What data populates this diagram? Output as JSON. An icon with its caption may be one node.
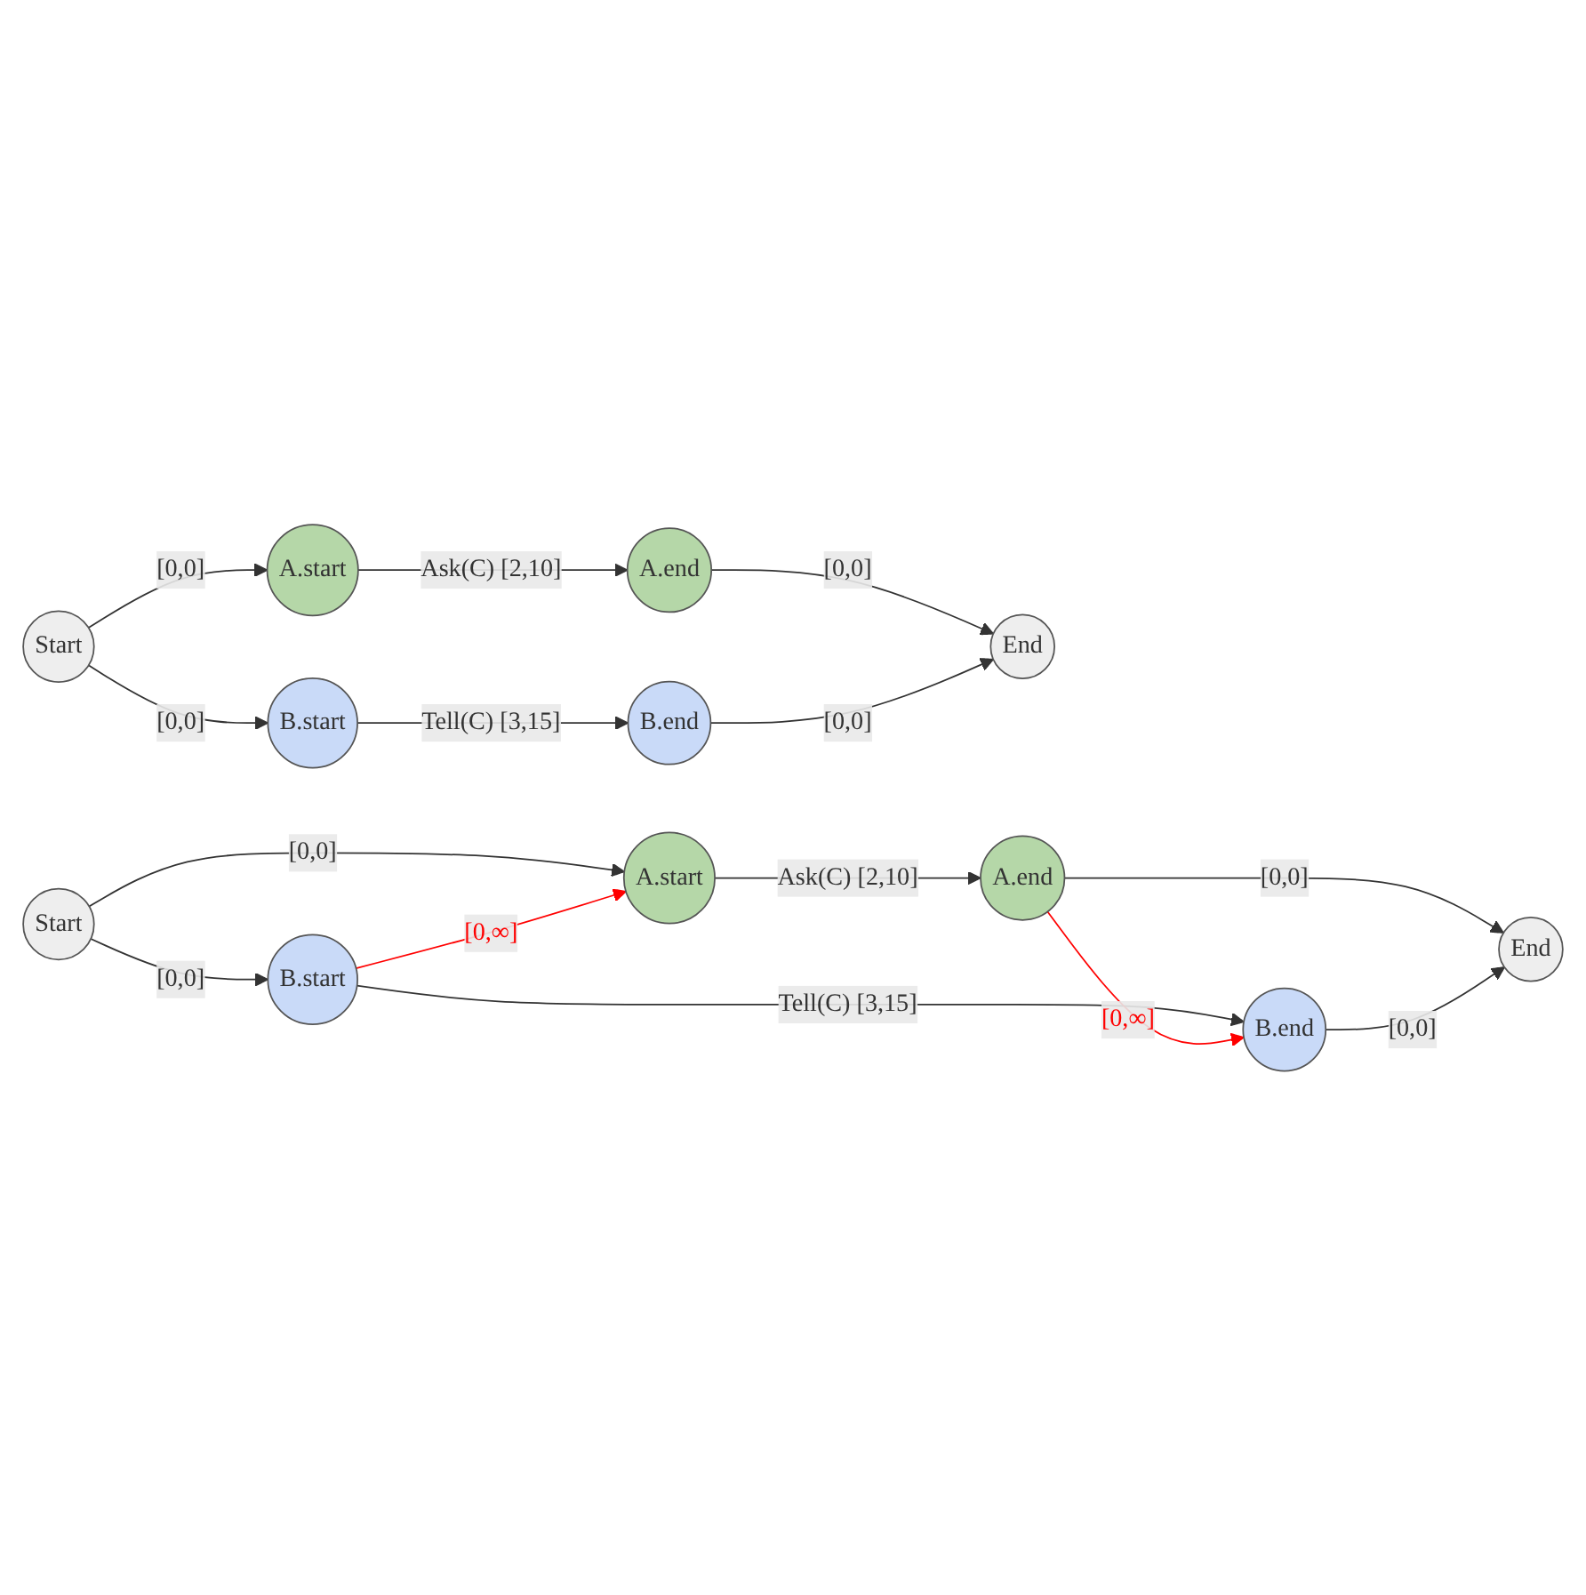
{
  "diagram": {
    "nodes": [
      {
        "text": [
          "Start"
        ]
      },
      {
        "text": [
          "A.start"
        ]
      },
      {
        "text": [
          "A.end"
        ]
      },
      {
        "text": [
          "B.start"
        ]
      },
      {
        "text": [
          "B.end"
        ]
      },
      {
        "text": [
          "End"
        ]
      },
      {
        "text": [
          "Start"
        ]
      },
      {
        "text": [
          "A.start"
        ]
      },
      {
        "text": [
          "A.end"
        ]
      },
      {
        "text": [
          "B.start"
        ]
      },
      {
        "text": [
          "B.end"
        ]
      },
      {
        "text": [
          "End"
        ]
      }
    ],
    "edges": [
      {
        "from": 0,
        "to": 1,
        "arrow": "to",
        "label": "[0,0]"
      },
      {
        "from": 0,
        "to": 3,
        "arrow": "to",
        "label": "[0,0]"
      },
      {
        "from": 1,
        "to": 2,
        "arrow": "to",
        "label": "Ask(C) [2,10]"
      },
      {
        "from": 3,
        "to": 4,
        "arrow": "to",
        "label": "Tell(C) [3,15]"
      },
      {
        "from": 2,
        "to": 5,
        "arrow": "to",
        "label": "[0,0]"
      },
      {
        "from": 4,
        "to": 5,
        "arrow": "to",
        "label": "[0,0]"
      },
      {
        "from": 6,
        "to": 7,
        "arrow": "to",
        "label": "[0,0]"
      },
      {
        "from": 6,
        "to": 9,
        "arrow": "to",
        "label": "[0,0]"
      },
      {
        "from": 7,
        "to": 8,
        "arrow": "to",
        "label": "Ask(C) [2,10]"
      },
      {
        "from": 9,
        "to": 10,
        "arrow": "to",
        "label": "Tell(C) [3,15]"
      },
      {
        "from": 9,
        "to": 7,
        "arrow": "to",
        "label": "[0,∞]",
        "color": "#ff0000"
      },
      {
        "from": 8,
        "to": 10,
        "arrow": "to",
        "label": "[0,∞]",
        "color": "#ff0000"
      },
      {
        "from": 8,
        "to": 11,
        "arrow": "to",
        "label": "[0,0]"
      },
      {
        "from": 10,
        "to": 11,
        "arrow": "to",
        "label": "[0,0]"
      }
    ]
  }
}
